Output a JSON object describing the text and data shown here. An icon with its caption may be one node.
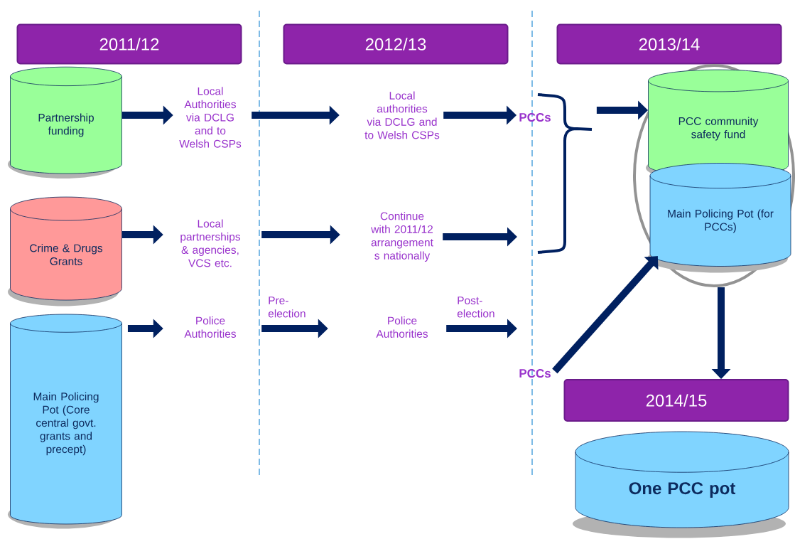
{
  "diagram": {
    "nodes": [
      {
        "text": [
          "2011/12"
        ]
      },
      {
        "text": [
          "2012/13"
        ]
      },
      {
        "text": [
          "2013/14"
        ]
      },
      {
        "text": [
          "Partnership funding"
        ]
      },
      {
        "text": [
          "Local Authorities via DCLG and to Welsh CSPs"
        ]
      },
      {
        "text": [
          "Local authorities via DCLG and to Welsh CSPs"
        ]
      },
      {
        "text": [
          "PCCs"
        ]
      },
      {
        "text": [
          "Crime & Drugs Grants"
        ]
      },
      {
        "text": [
          "Local partnerships & agencies, VCS etc."
        ]
      },
      {
        "text": [
          "Continue with 2011/12 arrangement s nationally"
        ]
      },
      {
        "text": [
          "Police Authorities"
        ]
      },
      {
        "text": [
          "Police Authorities"
        ]
      },
      {
        "text": [
          "PCCs"
        ]
      },
      {
        "text": [
          "Main Policing Pot (Core central govt. grants and precept)"
        ]
      },
      {
        "text": [],
        "shape": "ellipse"
      },
      {
        "text": [
          "PCC community safety fund"
        ],
        "in": 14
      },
      {
        "text": [
          "Main Policing Pot (for PCCs)"
        ],
        "in": 14
      },
      {
        "text": [
          "2014/15"
        ]
      },
      {
        "text": [
          "One PCC pot"
        ]
      }
    ],
    "edges": [
      {
        "from": 3,
        "to": 4,
        "arrow": "to"
      },
      {
        "from": 4,
        "to": 5,
        "arrow": "to"
      },
      {
        "from": 5,
        "to": 6,
        "arrow": "to"
      },
      {
        "from": 7,
        "to": 8,
        "arrow": "to"
      },
      {
        "from": 8,
        "to": 9,
        "arrow": "to"
      },
      {
        "from": 9,
        "to": null,
        "arrow": "to"
      },
      {
        "from": 6,
        "to": 15,
        "arrow": "to"
      },
      {
        "from": 13,
        "to": 10,
        "arrow": "to"
      },
      {
        "from": 10,
        "to": 11,
        "arrow": "to",
        "label": "Pre-election"
      },
      {
        "from": 11,
        "to": null,
        "arrow": "to",
        "label": "Post-election"
      },
      {
        "from": 12,
        "to": 14,
        "arrow": "to"
      },
      {
        "from": 14,
        "to": 17,
        "arrow": "to"
      }
    ]
  }
}
